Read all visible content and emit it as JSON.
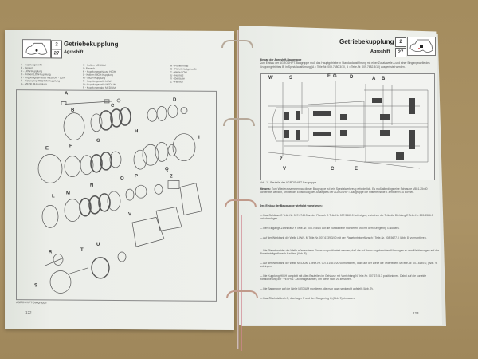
{
  "left_page": {
    "chapter_number": "2",
    "section_number": "27",
    "title": "Getriebekupplung",
    "subtitle": "Agroshift",
    "legend": {
      "col1": [
        "A - Kupplungswelle",
        "B - Deckel",
        "C - LOW-Kupplung",
        "D - Kolben LOW-Kupplung",
        "E - Kupplungsgehäuse MEDIUM - LOW",
        "F - Distanzring MEDIUM-Kupplung",
        "G - MEDIUM-Kupplung"
      ],
      "col2": [
        "H - Kolben MEDIUM",
        "I - Flansch",
        "K - Kupplungsgehäuse HIGH",
        "L - Kolben HIGH-Kupplung",
        "M - HIGH-Kupplung",
        "N - Kupplungswelle LOW",
        "O - Kupplungswelle MEDIUM",
        "P - Kupplungsnabe MEDIUM"
      ],
      "col3": [
        "R - Planetenrad",
        "S - Planetenträgerwelle",
        "T - Welle LOW",
        "U - Hohlrad",
        "V - Gehäuse",
        "Z - Flansch"
      ]
    },
    "figure_labels": [
      "A",
      "B",
      "C",
      "D",
      "E",
      "F",
      "G",
      "H",
      "I",
      "L",
      "M",
      "N",
      "O",
      "P",
      "Q",
      "R",
      "S",
      "T",
      "U",
      "V",
      "Z"
    ],
    "caption": "AGROSHIFT-Baugruppe",
    "page_number": "122"
  },
  "right_page": {
    "chapter_number": "2",
    "section_number": "27",
    "title": "Getriebekupplung",
    "subtitle": "Agroshift",
    "intro_heading": "Einbau der Agroshift-Baugruppe",
    "intro_text": "Zum Einbau der AGROSHIFT-Baugruppe muß das Hauptgetriebe in Standardausführung mit einer Zusatzwelle A und einer Eingangswelle des Gruppengetriebes B, in Spezialausführung (A = Teile-Nr. 009.7680.3/10, B = Teile-Nr. 009.7682.3/10) ausgerüstet werden.",
    "figure_labels_top": [
      "W",
      "S",
      "F",
      "G",
      "D",
      "A",
      "B"
    ],
    "figure_labels_bottom": [
      "Z",
      "V",
      "C",
      "E"
    ],
    "figure_caption": "Abb. 1 - Bauteile der AGROSHIFT-Baugruppe",
    "note_label": "Hinweis:",
    "note_text": "Zum Wiederzusammenbau dieser Baugruppe ist kein Spezialwerkzeug erforderlich. Es muß allerdings eine Schraube M8x1.25x30 vorbereitet werden, um bei der Einstellung des Axialspiels der AGROSHIFT-Baugruppe die mittlere Welle Z zentrieren zu können.",
    "steps_heading": "Den Einbau der Baugruppe wie folgt vornehmen:",
    "steps": [
      "Das Gehäuse C Teile-Nr. 007.6743.3 an der Flansch D Teile-Nr. 007.3461.0 befestigen, zwischen die Teile die Dichtung E Teile-Nr. 255.3366.0 zwischenlegen.",
      "Den Eingangs-Zahnkranz F Teile-Nr. 008.7646.0 auf die Zusatzwelle montieren und mit dem Seegering G sichern.",
      "Auf der Werkbank die Welle LOW - M Teile-Nr. 007.6139.3/40 mit der Planetenträgerflansch I Teile-Nr. 008.5677.0 (Abb. 8) vormontieren.",
      "Die Planetenräder der Welle müssen beim Einbau so positioniert werden, daß die auf ihnen angebrachten Körnungen zu den Markierungen auf der Planetenträgerflansch fluchten (Abb. 8).",
      "Auf der Werkbank die Welle MEDIUM L Teile-Nr. 007.6148.0/20 vormontieren, dazu auf der Welle die Tellerfedern M Teile-Nr. 007.6149.0, (Abb. 9) anbringen.",
      "Die Kupplung HIGH komplett mit allen Bauteilen im Gehäuse mit Vorrichtung N Teile-Nr. 007.6745.3 positionieren. Dabei auf die korrekte Positionierung der \"VESPEL\"-Dichtringe achten, um diese nicht zu zerstören.",
      "Die Baugruppe auf die Welle MEDIUM montieren, die man dazu senkrecht aufstellt (Abb. 9).",
      "Das Ölschutzblech O, das Lager P und den Seegerring Q (Abb. 9) einbauen."
    ],
    "page_number": "123"
  },
  "colors": {
    "table": "#a58d60",
    "paper": "#eef0ec",
    "ring": "#b7a99a"
  }
}
